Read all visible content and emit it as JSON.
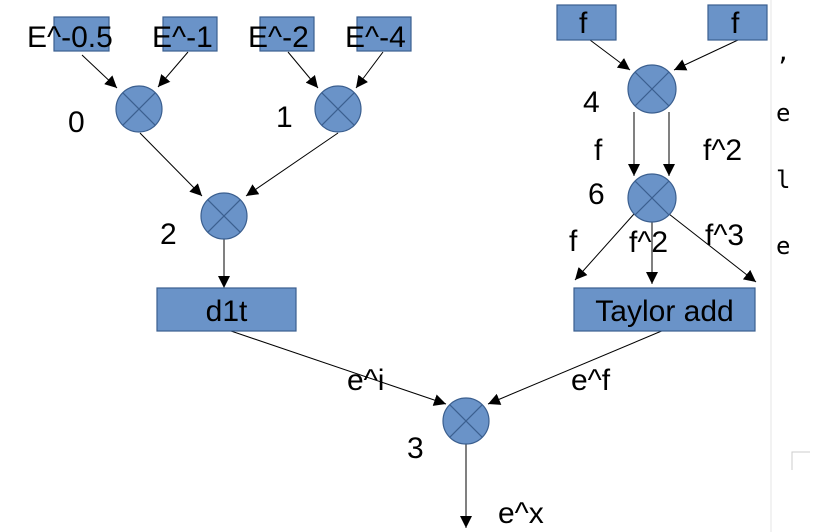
{
  "inputs": {
    "e05": "E^-0.5",
    "e1": "E^-1",
    "e2": "E^-2",
    "e4": "E^-4",
    "f_left": "f",
    "f_right": "f"
  },
  "nodes": {
    "n0": "0",
    "n1": "1",
    "n2": "2",
    "n3": "3",
    "n4": "4",
    "n6": "6"
  },
  "boxes": {
    "d1t": "d1t",
    "taylor": "Taylor add"
  },
  "edge_labels": {
    "f_to6": "f",
    "f2_to6": "f^2",
    "f_out": "f",
    "f2_out": "f^2",
    "f3_out": "f^3",
    "ei": "e^i",
    "ef": "e^f",
    "ex": "e^x"
  },
  "side_text": [
    ",",
    "e",
    "l",
    "e"
  ],
  "colors": {
    "fill": "#6a93c8",
    "stroke": "#3b5f8f"
  }
}
